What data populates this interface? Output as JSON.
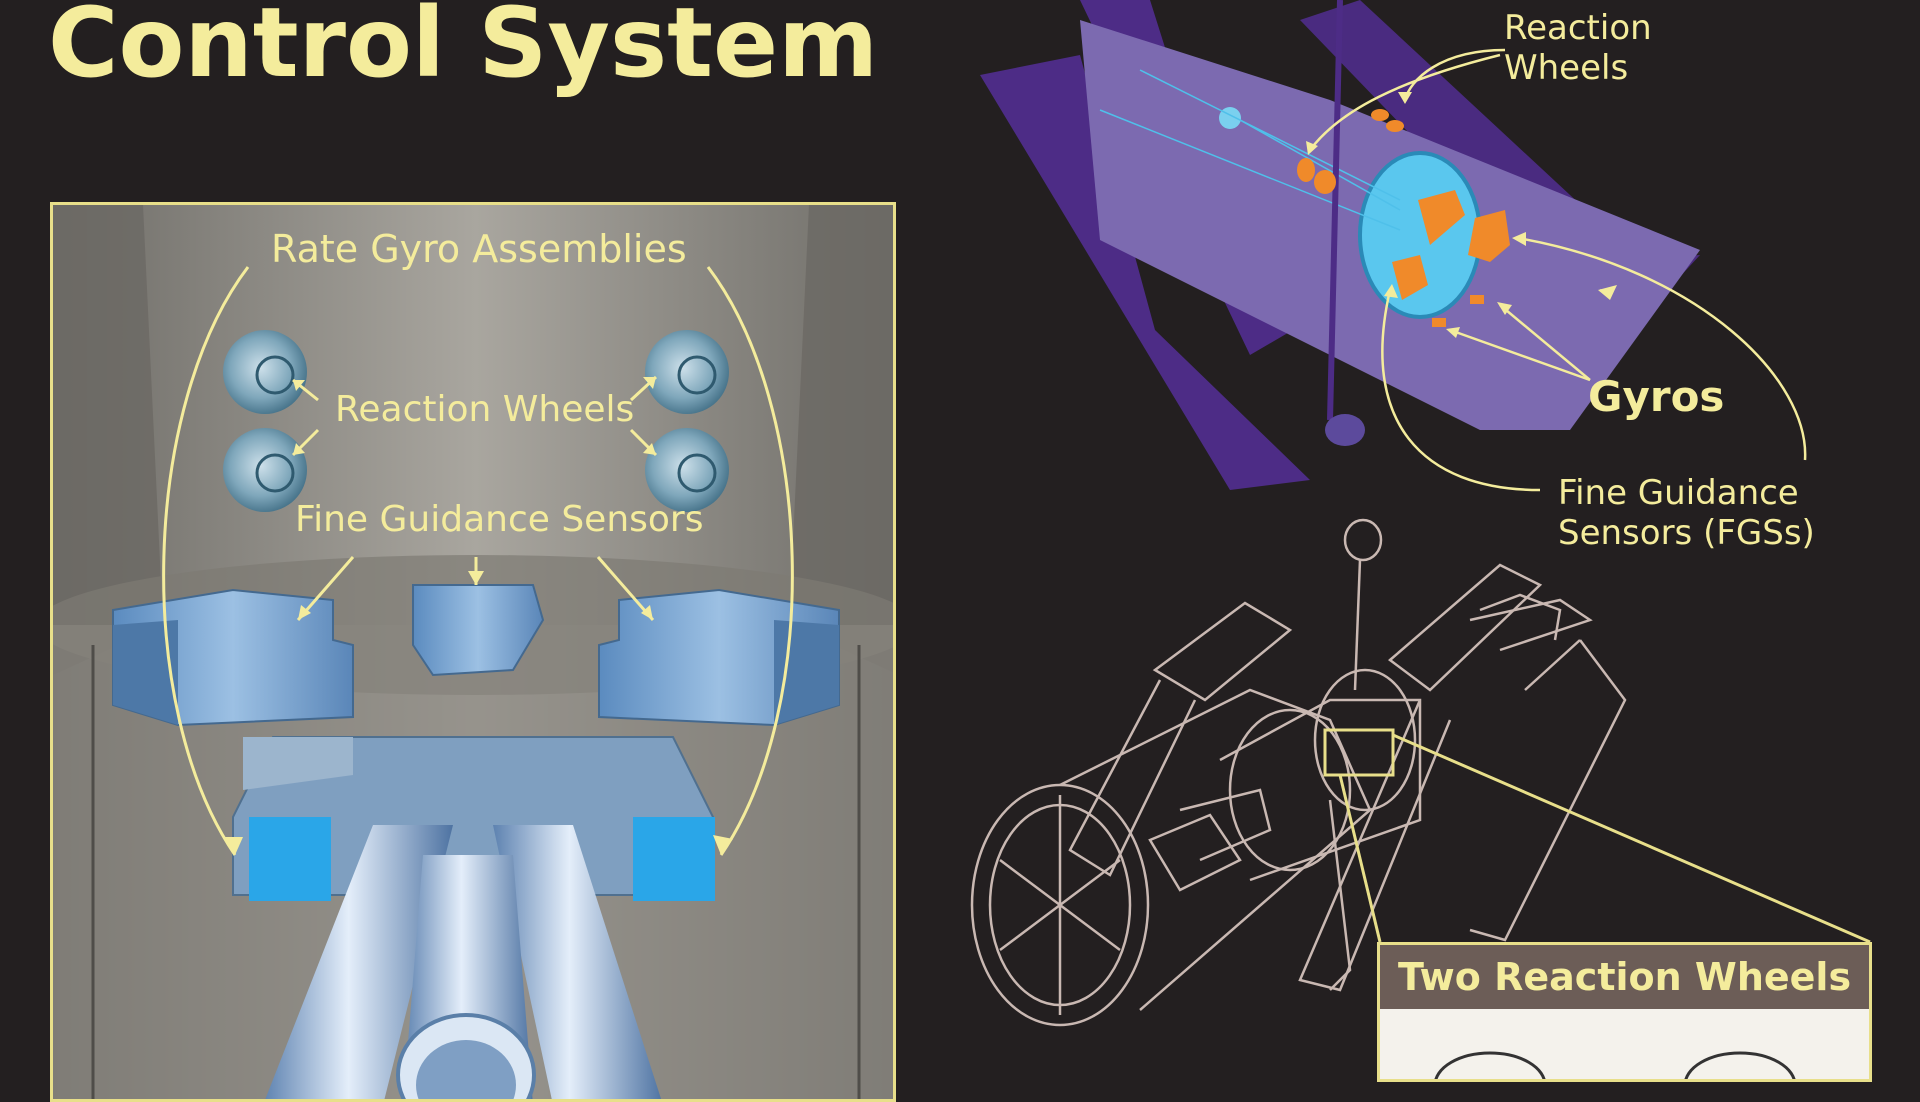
{
  "title": "Control System",
  "panel": {
    "rate_gyro_label": "Rate Gyro Assemblies",
    "reaction_wheels_label": "Reaction Wheels",
    "fine_guidance_label": "Fine Guidance Sensors"
  },
  "telescope": {
    "reaction_wheels_label": [
      "Reaction",
      "Wheels"
    ],
    "gyros_label": "Gyros",
    "fgs_label": [
      "Fine Guidance",
      "Sensors (FGSs)"
    ]
  },
  "inset": {
    "title": "Two Reaction Wheels"
  },
  "colors": {
    "background": "#231f20",
    "label_yellow": "#f4ec9c",
    "telescope_purple": "#7c6ab0",
    "solar_panel": "#4d2c86",
    "component_orange": "#f08a2a",
    "component_blue": "#8ab4d8"
  }
}
